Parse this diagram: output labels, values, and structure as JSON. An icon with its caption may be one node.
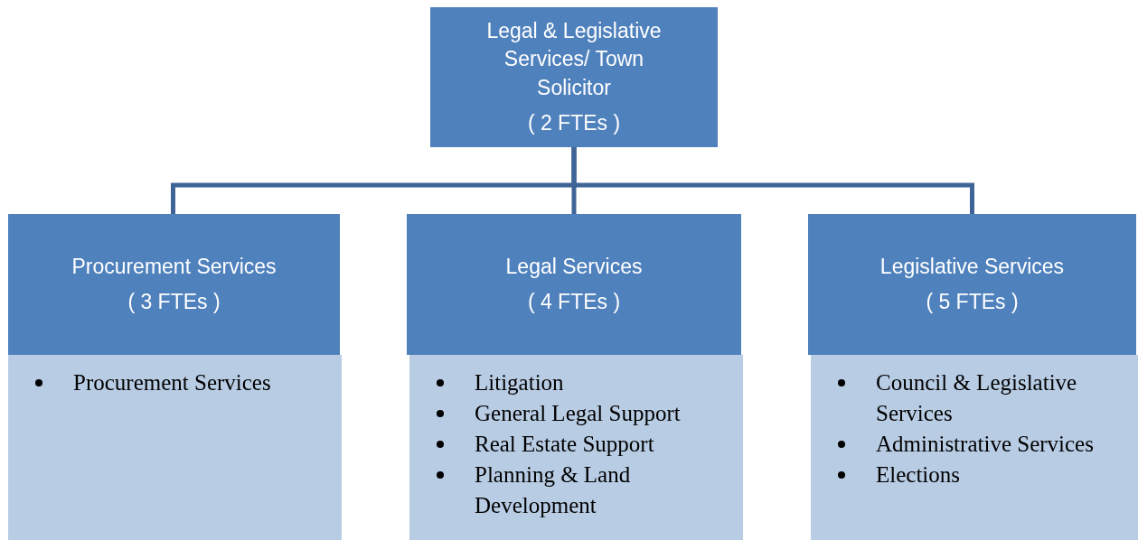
{
  "diagram": {
    "nodes": [
      {
        "text": [
          "Legal & Legislative Services/ Town Solicitor",
          "( 2 FTEs )"
        ]
      },
      {
        "text": [
          "Procurement Services",
          "( 3 FTEs )"
        ]
      },
      {
        "text": [
          "Legal Services",
          "( 4 FTEs )"
        ]
      },
      {
        "text": [
          "Legislative Services",
          "( 5 FTEs )"
        ]
      },
      {
        "text": [
          "Procurement Services"
        ]
      },
      {
        "text": [
          "Litigation",
          "General Legal Support",
          "Real Estate Support",
          "Planning & Land Development"
        ]
      },
      {
        "text": [
          "Council & Legislative Services",
          "Administrative Services",
          "Elections"
        ]
      }
    ],
    "edges": [
      {
        "from": 0,
        "to": 1,
        "arrow": "none"
      },
      {
        "from": 0,
        "to": 2,
        "arrow": "none"
      },
      {
        "from": 0,
        "to": 3,
        "arrow": "none"
      }
    ]
  }
}
